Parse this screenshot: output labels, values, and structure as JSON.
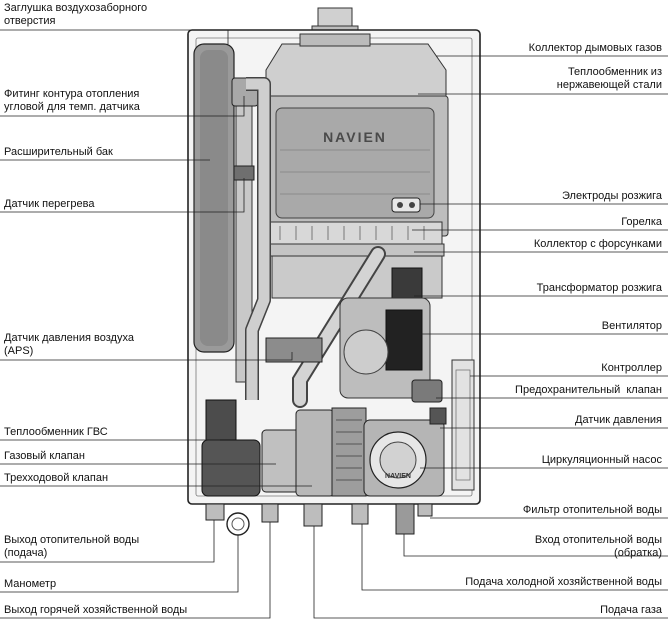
{
  "left_labels": [
    {
      "name": "air-intake-plug",
      "text": "Заглушка воздухозаборного\nотверстия"
    },
    {
      "name": "heating-circuit-fitting",
      "text": "Фитинг контура отопления\nугловой для темп. датчика"
    },
    {
      "name": "expansion-tank",
      "text": "Расширительный бак"
    },
    {
      "name": "overheat-sensor",
      "text": "Датчик перегрева"
    },
    {
      "name": "air-pressure-sensor",
      "text": "Датчик давления воздуха\n(APS)"
    },
    {
      "name": "dhw-heat-exchanger",
      "text": "Теплообменник ГВС"
    },
    {
      "name": "gas-valve",
      "text": "Газовый клапан"
    },
    {
      "name": "three-way-valve",
      "text": "Трехходовой клапан"
    },
    {
      "name": "heating-water-outlet",
      "text": "Выход отопительной воды\n(подача)"
    },
    {
      "name": "manometer",
      "text": "Манометр"
    },
    {
      "name": "hot-water-outlet",
      "text": "Выход горячей хозяйственной воды"
    }
  ],
  "right_labels": [
    {
      "name": "flue-gas-collector",
      "text": "Коллектор дымовых газов"
    },
    {
      "name": "stainless-heat-exchanger",
      "text": "Теплообменник из\nнержавеющей стали"
    },
    {
      "name": "ignition-electrodes",
      "text": "Электроды розжига"
    },
    {
      "name": "burner",
      "text": "Горелка"
    },
    {
      "name": "nozzle-manifold",
      "text": "Коллектор с форсунками"
    },
    {
      "name": "ignition-transformer",
      "text": "Трансформатор розжига"
    },
    {
      "name": "fan",
      "text": "Вентилятор"
    },
    {
      "name": "controller",
      "text": "Контроллер"
    },
    {
      "name": "safety-valve",
      "text": "Предохранительный  клапан"
    },
    {
      "name": "pressure-sensor",
      "text": "Датчик давления"
    },
    {
      "name": "circulation-pump",
      "text": "Циркуляционный насос"
    },
    {
      "name": "heating-water-filter",
      "text": "Фильтр отопительной воды"
    },
    {
      "name": "heating-water-inlet",
      "text": "Вход отопительной воды\n(обратка)"
    },
    {
      "name": "cold-water-supply",
      "text": "Подача холодной хозяйственной воды"
    },
    {
      "name": "gas-supply",
      "text": "Подача газа"
    }
  ],
  "brand_text": "NAVIEN",
  "pump_text": "NAVIEN"
}
